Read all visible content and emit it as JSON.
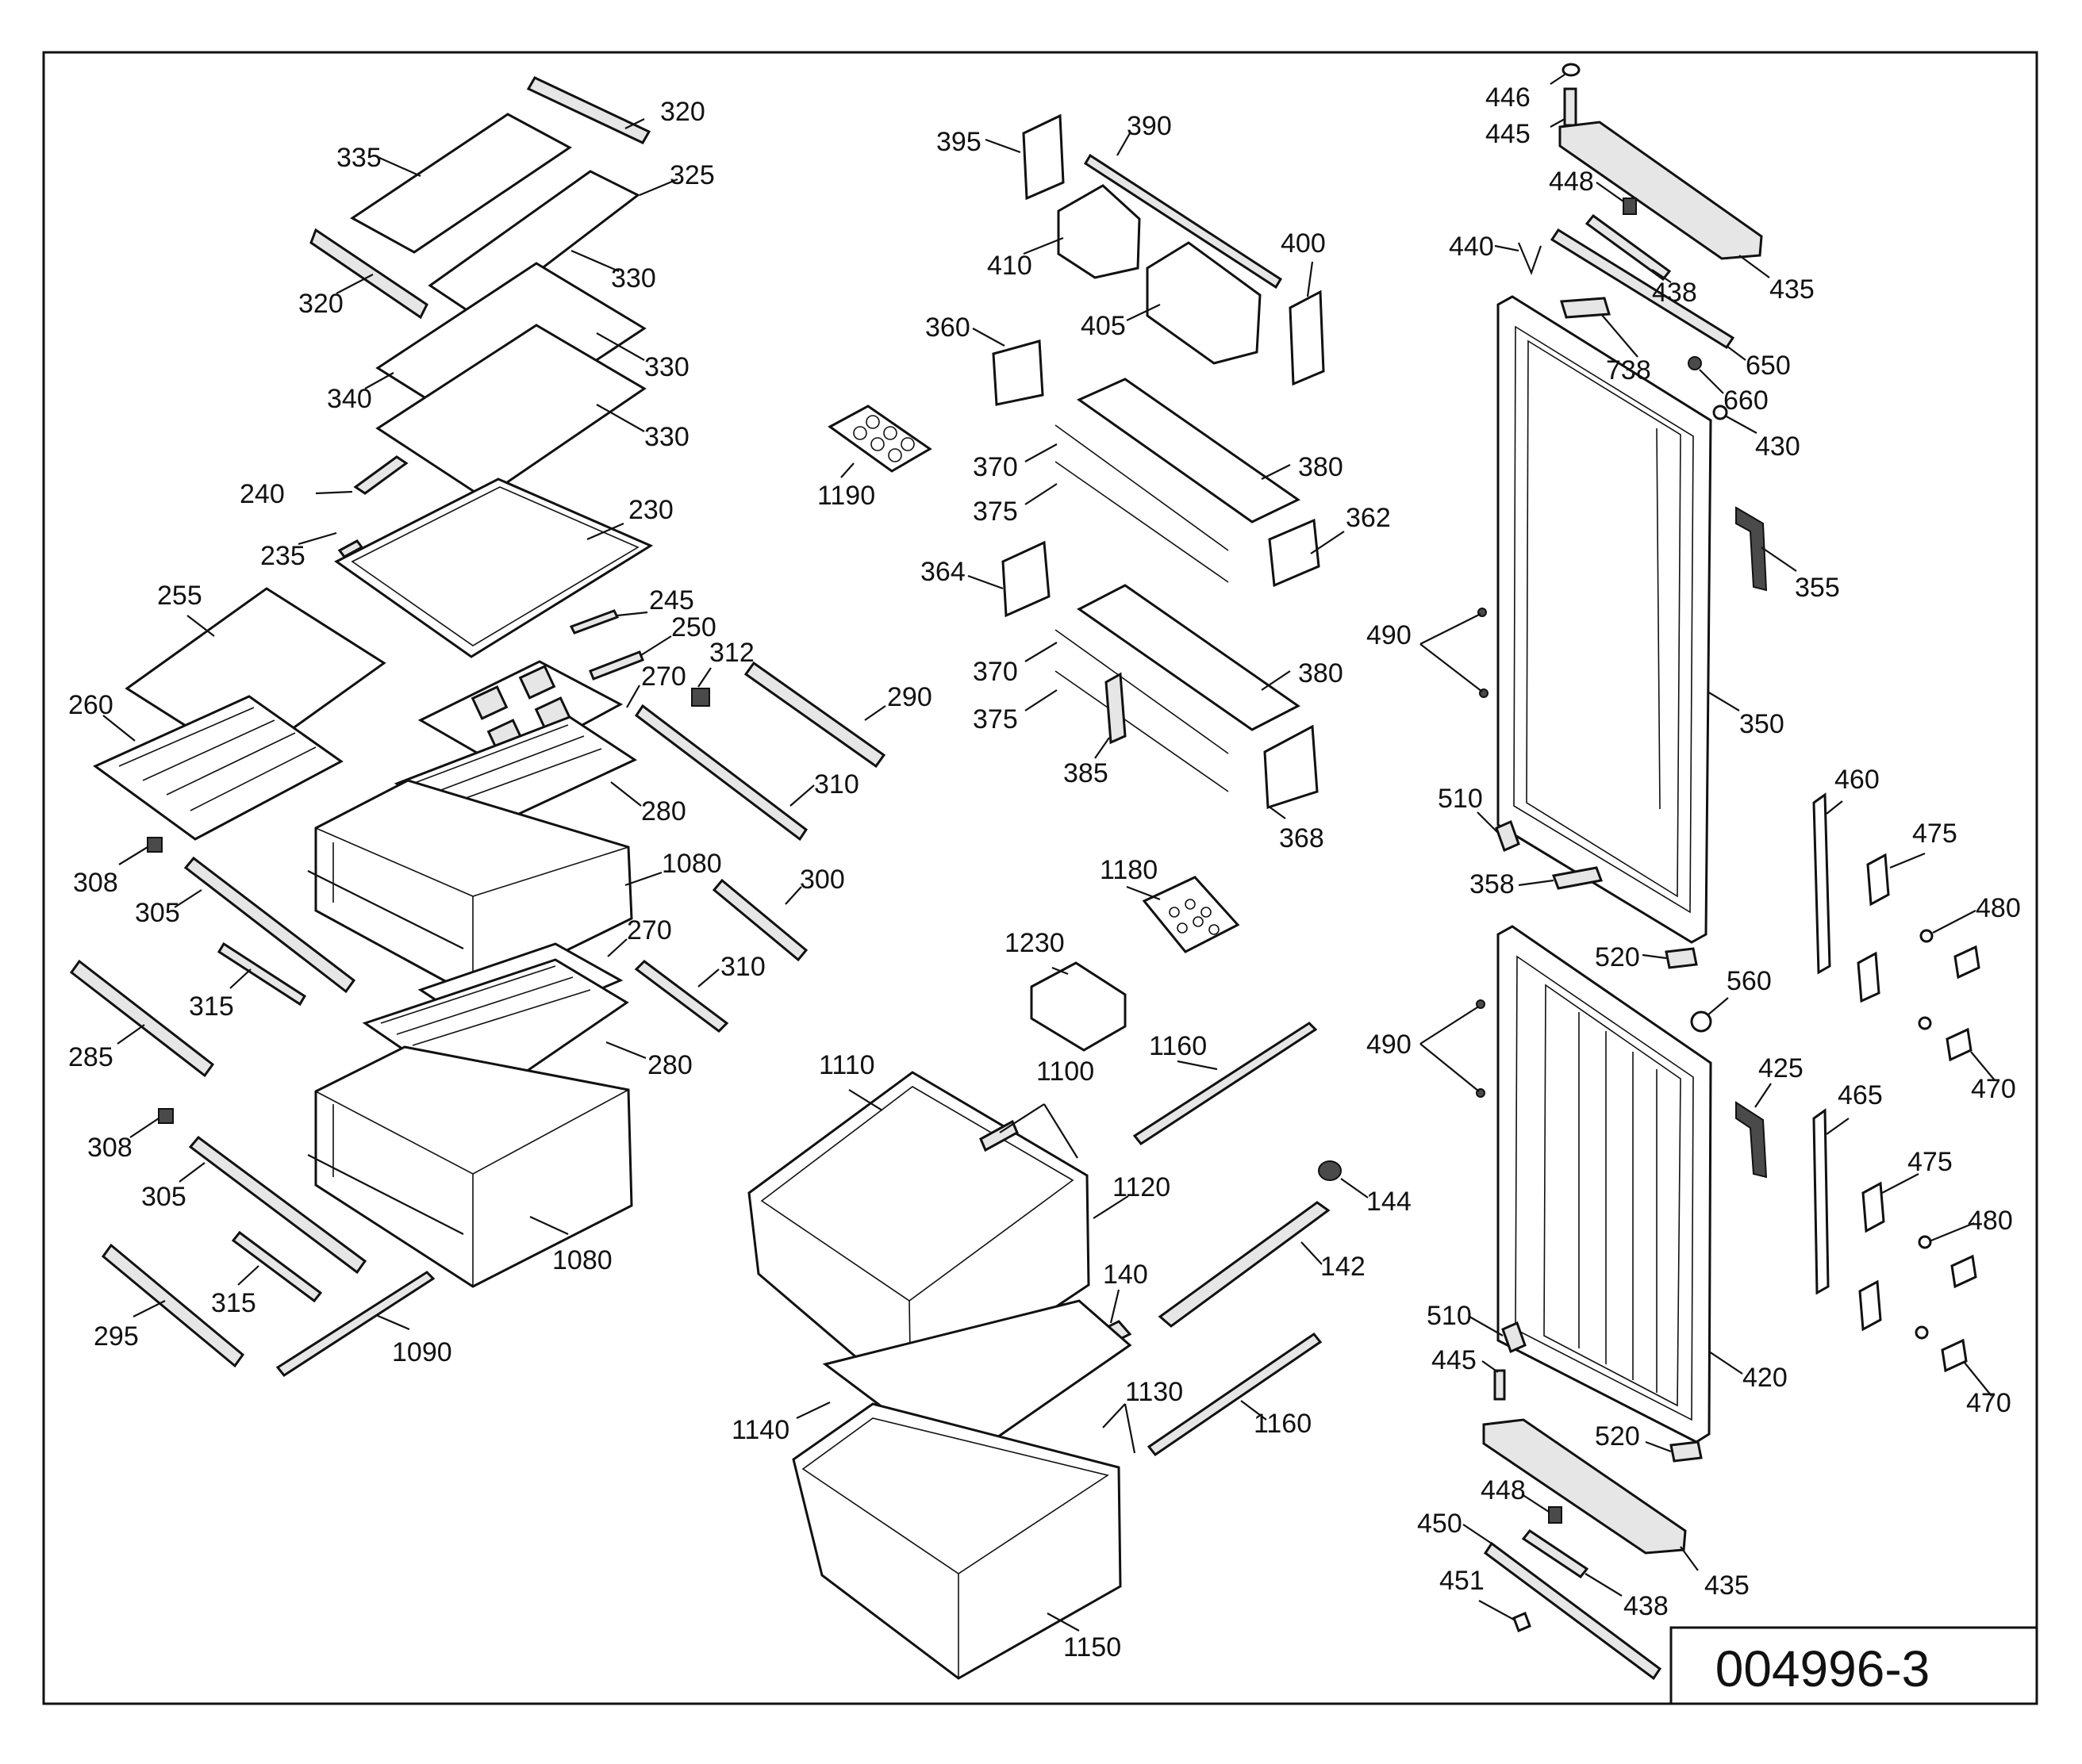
{
  "drawing_number": "004996-3",
  "labels": {
    "l320a": "320",
    "l335": "335",
    "l325": "325",
    "l320b": "320",
    "l330a": "330",
    "l340": "340",
    "l330b": "330",
    "l330c": "330",
    "l240": "240",
    "l230": "230",
    "l235": "235",
    "l255": "255",
    "l245": "245",
    "l250": "250",
    "l312": "312",
    "l270a": "270",
    "l290": "290",
    "l260": "260",
    "l280a": "280",
    "l310a": "310",
    "l308a": "308",
    "l1080a": "1080",
    "l300": "300",
    "l305a": "305",
    "l270b": "270",
    "l310b": "310",
    "l315a": "315",
    "l285": "285",
    "l280b": "280",
    "l308b": "308",
    "l305b": "305",
    "l1080b": "1080",
    "l315b": "315",
    "l295": "295",
    "l1090": "1090",
    "l395": "395",
    "l390": "390",
    "l410": "410",
    "l400": "400",
    "l405": "405",
    "l360": "360",
    "l370a": "370",
    "l380a": "380",
    "l1190": "1190",
    "l375a": "375",
    "l362": "362",
    "l364": "364",
    "l370b": "370",
    "l380b": "380",
    "l375b": "375",
    "l385": "385",
    "l368": "368",
    "l1180": "1180",
    "l1230": "1230",
    "l1160a": "1160",
    "l1110": "1110",
    "l1100": "1100",
    "l1120": "1120",
    "l144": "144",
    "l142": "142",
    "l140": "140",
    "l1130": "1130",
    "l1160b": "1160",
    "l1140": "1140",
    "l1150": "1150",
    "l446": "446",
    "l445a": "445",
    "l448a": "448",
    "l440": "440",
    "l438a": "438",
    "l435a": "435",
    "l650": "650",
    "l738": "738",
    "l660": "660",
    "l430": "430",
    "l355": "355",
    "l490a": "490",
    "l350": "350",
    "l460": "460",
    "l510a": "510",
    "l475a": "475",
    "l358": "358",
    "l480a": "480",
    "l520a": "520",
    "l560": "560",
    "l490b": "490",
    "l425": "425",
    "l470a": "470",
    "l465": "465",
    "l475b": "475",
    "l480b": "480",
    "l510b": "510",
    "l445b": "445",
    "l420": "420",
    "l470b": "470",
    "l520b": "520",
    "l448b": "448",
    "l450": "450",
    "l435b": "435",
    "l438b": "438",
    "l451": "451"
  }
}
